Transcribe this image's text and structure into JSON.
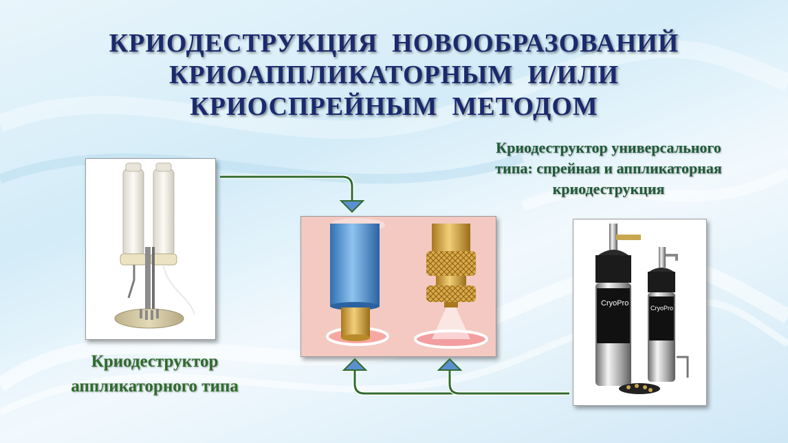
{
  "title": {
    "lines": [
      "КРИОДЕСТРУКЦИЯ  НОВООБРАЗОВАНИЙ",
      "КРИОАППЛИКАТОРНЫМ  И/ИЛИ",
      "КРИОСПРЕЙНЫМ  МЕТОДОМ"
    ]
  },
  "captions": {
    "universal": [
      "Криодеструктор универсального",
      "типа: спрейная и аппликаторная",
      "криодеструкция"
    ],
    "applicator": [
      "Криодеструктор",
      "аппликаторного типа"
    ]
  },
  "device_label": {
    "brand": "CryoPro"
  },
  "colors": {
    "title": "#1a2a6e",
    "caption_green": "#2f6b2d",
    "arrow": "#2f6b2d",
    "arrow_head": "#5b8fd0"
  }
}
